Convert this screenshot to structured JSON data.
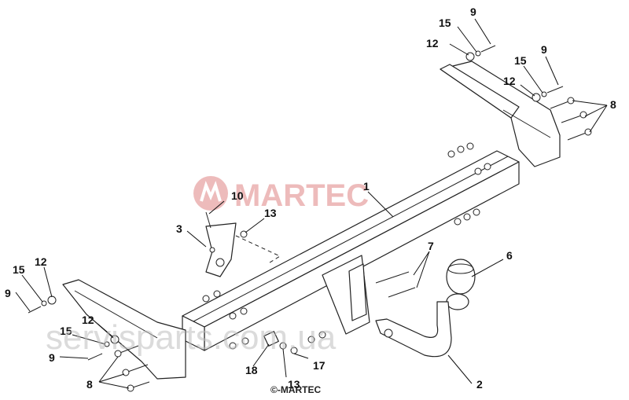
{
  "watermark": {
    "brand_top": "MARTEC",
    "site": "servisparts.com.ua",
    "copyright": "©-MARTEC",
    "brand_color": "#d96a6a"
  },
  "callouts": {
    "part_1": "1",
    "part_2": "2",
    "part_3": "3",
    "part_6": "6",
    "part_7": "7",
    "part_8_right": "8",
    "part_8_left": "8",
    "part_9_top": "9",
    "part_9_mid": "9",
    "part_9_left": "9",
    "part_9_lower": "9",
    "part_10": "10",
    "part_12_top": "12",
    "part_12_mid": "12",
    "part_12_left": "12",
    "part_12_lower": "12",
    "part_13_upper": "13",
    "part_13_lower": "13",
    "part_15_top": "15",
    "part_15_mid": "15",
    "part_15_left": "15",
    "part_15_lower": "15",
    "part_17": "17",
    "part_18": "18"
  }
}
